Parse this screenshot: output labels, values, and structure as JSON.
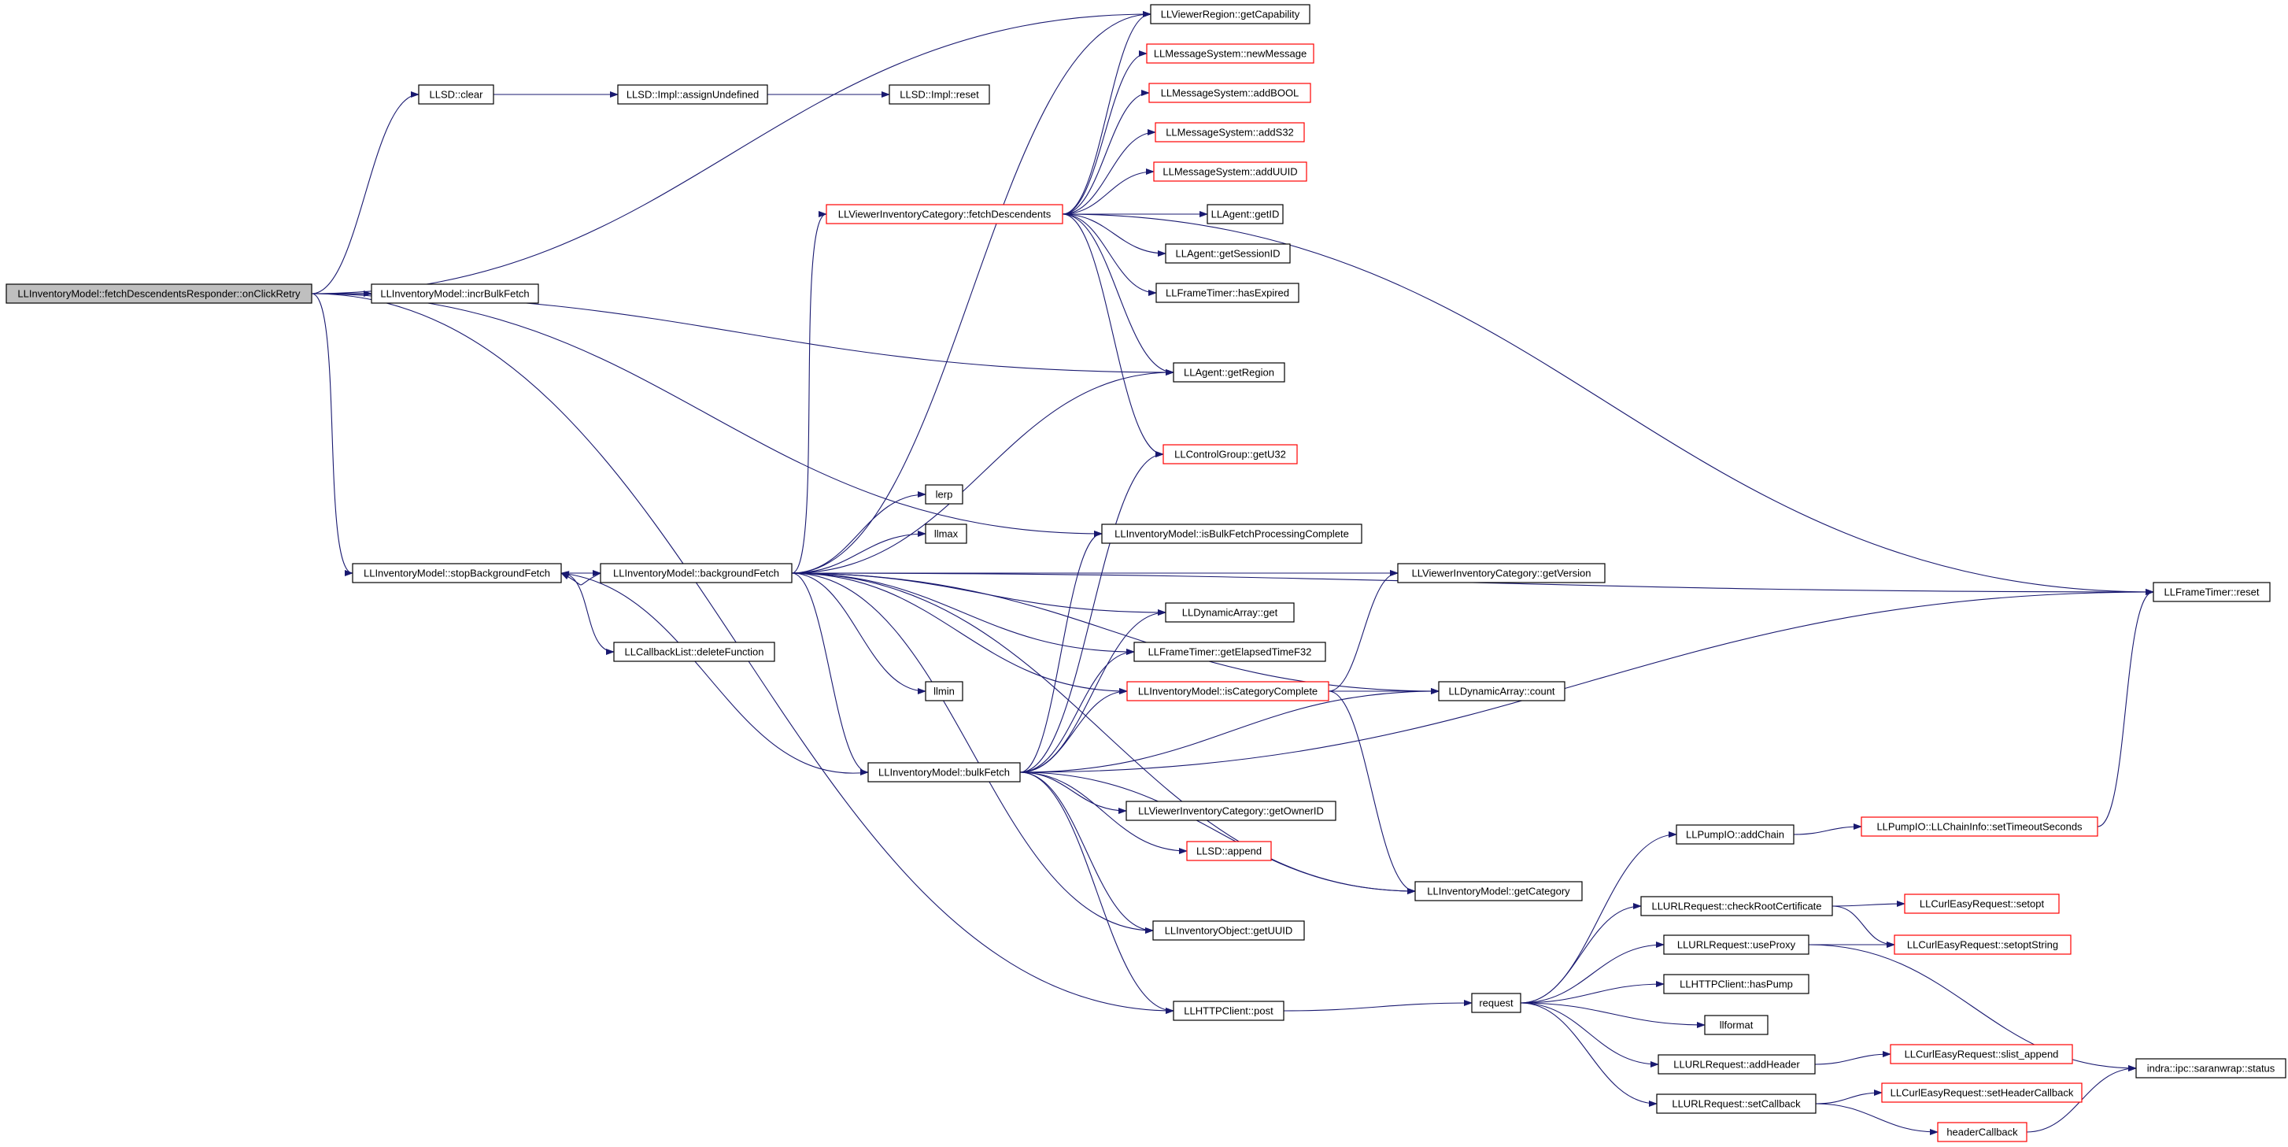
{
  "graph": {
    "nodes": [
      {
        "id": "root",
        "label": "LLInventoryModel::fetchDescendentsResponder::onClickRetry",
        "style": "root"
      },
      {
        "id": "llsd_clear",
        "label": "LLSD::clear"
      },
      {
        "id": "impl_assign",
        "label": "LLSD::Impl::assignUndefined"
      },
      {
        "id": "impl_reset",
        "label": "LLSD::Impl::reset"
      },
      {
        "id": "incr_bulk",
        "label": "LLInventoryModel::incrBulkFetch"
      },
      {
        "id": "stop_bg",
        "label": "LLInventoryModel::stopBackgroundFetch"
      },
      {
        "id": "bg_fetch",
        "label": "LLInventoryModel::backgroundFetch"
      },
      {
        "id": "cb_delete",
        "label": "LLCallbackList::deleteFunction"
      },
      {
        "id": "get_capability",
        "label": "LLViewerRegion::getCapability"
      },
      {
        "id": "new_message",
        "label": "LLMessageSystem::newMessage",
        "style": "red"
      },
      {
        "id": "add_bool",
        "label": "LLMessageSystem::addBOOL",
        "style": "red"
      },
      {
        "id": "add_s32",
        "label": "LLMessageSystem::addS32",
        "style": "red"
      },
      {
        "id": "add_uuid",
        "label": "LLMessageSystem::addUUID",
        "style": "red"
      },
      {
        "id": "fetch_desc",
        "label": "LLViewerInventoryCategory::fetchDescendents",
        "style": "red"
      },
      {
        "id": "agent_getid",
        "label": "LLAgent::getID"
      },
      {
        "id": "agent_session",
        "label": "LLAgent::getSessionID"
      },
      {
        "id": "timer_expired",
        "label": "LLFrameTimer::hasExpired"
      },
      {
        "id": "agent_region",
        "label": "LLAgent::getRegion"
      },
      {
        "id": "ctrl_u32",
        "label": "LLControlGroup::getU32",
        "style": "red"
      },
      {
        "id": "lerp",
        "label": "lerp"
      },
      {
        "id": "llmax",
        "label": "llmax"
      },
      {
        "id": "is_bulk_complete",
        "label": "LLInventoryModel::isBulkFetchProcessingComplete"
      },
      {
        "id": "get_version",
        "label": "LLViewerInventoryCategory::getVersion"
      },
      {
        "id": "timer_reset",
        "label": "LLFrameTimer::reset"
      },
      {
        "id": "dyn_get",
        "label": "LLDynamicArray::get"
      },
      {
        "id": "timer_elapsed",
        "label": "LLFrameTimer::getElapsedTimeF32"
      },
      {
        "id": "llmin",
        "label": "llmin"
      },
      {
        "id": "is_cat_complete",
        "label": "LLInventoryModel::isCategoryComplete",
        "style": "red"
      },
      {
        "id": "dyn_count",
        "label": "LLDynamicArray::count"
      },
      {
        "id": "bulk_fetch",
        "label": "LLInventoryModel::bulkFetch"
      },
      {
        "id": "get_owner",
        "label": "LLViewerInventoryCategory::getOwnerID"
      },
      {
        "id": "llsd_append",
        "label": "LLSD::append",
        "style": "red"
      },
      {
        "id": "get_category",
        "label": "LLInventoryModel::getCategory"
      },
      {
        "id": "obj_uuid",
        "label": "LLInventoryObject::getUUID"
      },
      {
        "id": "http_post",
        "label": "LLHTTPClient::post"
      },
      {
        "id": "request",
        "label": "request"
      },
      {
        "id": "pump_chain",
        "label": "LLPumpIO::addChain"
      },
      {
        "id": "pump_timeout",
        "label": "LLPumpIO::LLChainInfo::setTimeoutSeconds",
        "style": "red"
      },
      {
        "id": "check_root",
        "label": "LLURLRequest::checkRootCertificate"
      },
      {
        "id": "curl_setopt",
        "label": "LLCurlEasyRequest::setopt",
        "style": "red"
      },
      {
        "id": "use_proxy",
        "label": "LLURLRequest::useProxy"
      },
      {
        "id": "curl_setopt_str",
        "label": "LLCurlEasyRequest::setoptString",
        "style": "red"
      },
      {
        "id": "has_pump",
        "label": "LLHTTPClient::hasPump"
      },
      {
        "id": "llformat",
        "label": "llformat"
      },
      {
        "id": "add_header",
        "label": "LLURLRequest::addHeader"
      },
      {
        "id": "slist_append",
        "label": "LLCurlEasyRequest::slist_append",
        "style": "red"
      },
      {
        "id": "saranwrap",
        "label": "indra::ipc::saranwrap::status"
      },
      {
        "id": "set_callback",
        "label": "LLURLRequest::setCallback"
      },
      {
        "id": "set_header_cb",
        "label": "LLCurlEasyRequest::setHeaderCallback",
        "style": "red"
      },
      {
        "id": "header_cb",
        "label": "headerCallback",
        "style": "red"
      }
    ],
    "edges": [
      [
        "root",
        "llsd_clear"
      ],
      [
        "root",
        "get_capability"
      ],
      [
        "root",
        "agent_region"
      ],
      [
        "root",
        "incr_bulk"
      ],
      [
        "root",
        "stop_bg"
      ],
      [
        "root",
        "is_bulk_complete"
      ],
      [
        "root",
        "http_post"
      ],
      [
        "llsd_clear",
        "impl_assign"
      ],
      [
        "impl_assign",
        "impl_reset"
      ],
      [
        "stop_bg",
        "bg_fetch"
      ],
      [
        "stop_bg",
        "cb_delete"
      ],
      [
        "bg_fetch",
        "stop_bg"
      ],
      [
        "bg_fetch",
        "get_capability"
      ],
      [
        "bg_fetch",
        "fetch_desc"
      ],
      [
        "bg_fetch",
        "agent_region"
      ],
      [
        "bg_fetch",
        "timer_reset"
      ],
      [
        "bg_fetch",
        "lerp"
      ],
      [
        "bg_fetch",
        "llmax"
      ],
      [
        "bg_fetch",
        "get_version"
      ],
      [
        "bg_fetch",
        "dyn_count"
      ],
      [
        "bg_fetch",
        "dyn_get"
      ],
      [
        "bg_fetch",
        "timer_elapsed"
      ],
      [
        "bg_fetch",
        "llmin"
      ],
      [
        "bg_fetch",
        "is_cat_complete"
      ],
      [
        "bg_fetch",
        "bulk_fetch"
      ],
      [
        "bg_fetch",
        "get_category"
      ],
      [
        "bg_fetch",
        "obj_uuid"
      ],
      [
        "fetch_desc",
        "get_capability"
      ],
      [
        "fetch_desc",
        "new_message"
      ],
      [
        "fetch_desc",
        "add_bool"
      ],
      [
        "fetch_desc",
        "add_s32"
      ],
      [
        "fetch_desc",
        "add_uuid"
      ],
      [
        "fetch_desc",
        "agent_getid"
      ],
      [
        "fetch_desc",
        "agent_session"
      ],
      [
        "fetch_desc",
        "timer_expired"
      ],
      [
        "fetch_desc",
        "agent_region"
      ],
      [
        "fetch_desc",
        "ctrl_u32"
      ],
      [
        "fetch_desc",
        "timer_reset"
      ],
      [
        "is_cat_complete",
        "get_version"
      ],
      [
        "is_cat_complete",
        "dyn_count"
      ],
      [
        "is_cat_complete",
        "get_category"
      ],
      [
        "bulk_fetch",
        "stop_bg"
      ],
      [
        "bulk_fetch",
        "ctrl_u32"
      ],
      [
        "bulk_fetch",
        "is_bulk_complete"
      ],
      [
        "bulk_fetch",
        "dyn_get"
      ],
      [
        "bulk_fetch",
        "timer_elapsed"
      ],
      [
        "bulk_fetch",
        "is_cat_complete"
      ],
      [
        "bulk_fetch",
        "dyn_count"
      ],
      [
        "bulk_fetch",
        "timer_reset"
      ],
      [
        "bulk_fetch",
        "get_owner"
      ],
      [
        "bulk_fetch",
        "llsd_append"
      ],
      [
        "bulk_fetch",
        "get_category"
      ],
      [
        "bulk_fetch",
        "obj_uuid"
      ],
      [
        "bulk_fetch",
        "http_post"
      ],
      [
        "http_post",
        "request"
      ],
      [
        "request",
        "pump_chain"
      ],
      [
        "request",
        "check_root"
      ],
      [
        "request",
        "use_proxy"
      ],
      [
        "request",
        "has_pump"
      ],
      [
        "request",
        "llformat"
      ],
      [
        "request",
        "add_header"
      ],
      [
        "request",
        "set_callback"
      ],
      [
        "pump_chain",
        "pump_timeout"
      ],
      [
        "pump_timeout",
        "timer_reset"
      ],
      [
        "check_root",
        "curl_setopt"
      ],
      [
        "check_root",
        "curl_setopt_str"
      ],
      [
        "use_proxy",
        "curl_setopt_str"
      ],
      [
        "use_proxy",
        "saranwrap"
      ],
      [
        "add_header",
        "slist_append"
      ],
      [
        "set_callback",
        "set_header_cb"
      ],
      [
        "set_callback",
        "header_cb"
      ],
      [
        "header_cb",
        "saranwrap"
      ]
    ]
  }
}
